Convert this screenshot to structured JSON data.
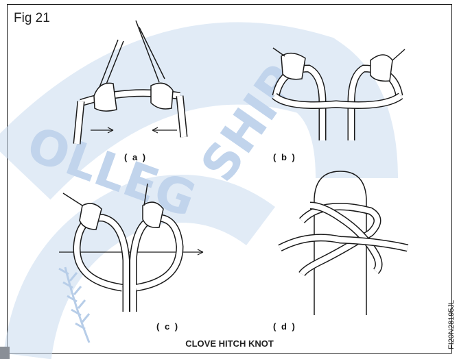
{
  "figure": {
    "label": "Fig 21",
    "caption": "CLOVE HITCH KNOT",
    "side_code": "FI20N28195JL",
    "panels": [
      {
        "id": "a",
        "label": "( a )"
      },
      {
        "id": "b",
        "label": "( b )"
      },
      {
        "id": "c",
        "label": "( c )"
      },
      {
        "id": "d",
        "label": "( d )"
      }
    ]
  },
  "colors": {
    "line": "#1a1a1a",
    "watermark": "#2b6cb8",
    "watermark_light": "#dbe7f5",
    "corner": "#8a8f97"
  }
}
